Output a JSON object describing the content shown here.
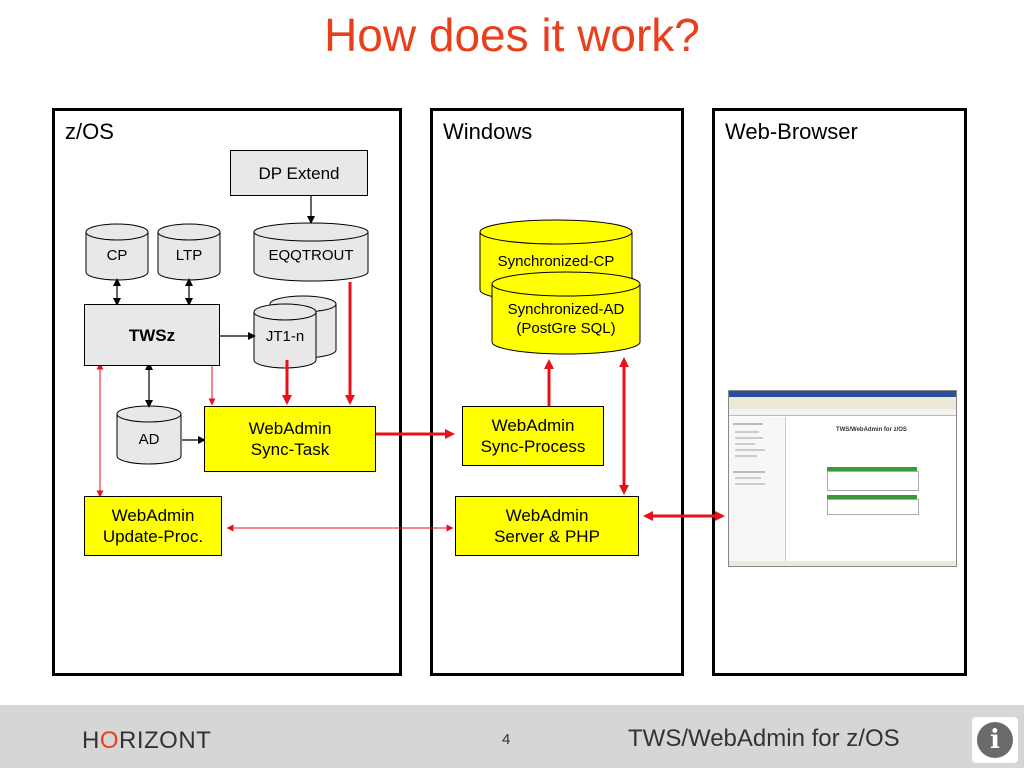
{
  "title": "How does it work?",
  "panels": {
    "zos": "z/OS",
    "windows": "Windows",
    "browser": "Web-Browser"
  },
  "zos": {
    "dp_extend": "DP Extend",
    "cp": "CP",
    "ltp": "LTP",
    "eqqtrout": "EQQTROUT",
    "twsz": "TWSz",
    "jt": "JT1-n",
    "ad": "AD",
    "sync_task": [
      "WebAdmin",
      "Sync-Task"
    ],
    "update_proc": [
      "WebAdmin",
      "Update-Proc."
    ]
  },
  "windows": {
    "sync_cp": "Synchronized-CP",
    "sync_ad": [
      "Synchronized-AD",
      "(PostGre SQL)"
    ],
    "sync_process": [
      "WebAdmin",
      "Sync-Process"
    ],
    "server": [
      "WebAdmin",
      "Server & PHP"
    ]
  },
  "screenshot": {
    "heading": "TWS/WebAdmin for z/OS"
  },
  "footer": {
    "brand_h": "H",
    "brand_o": "O",
    "brand_rest": "RIZONT",
    "page": "4",
    "product": "TWS/WebAdmin for z/OS",
    "icon": "info-icon"
  },
  "colors": {
    "title": "#e8401c",
    "arrow_red": "#e8101a",
    "yellow": "#ffff00",
    "gray": "#e8e8e8"
  }
}
